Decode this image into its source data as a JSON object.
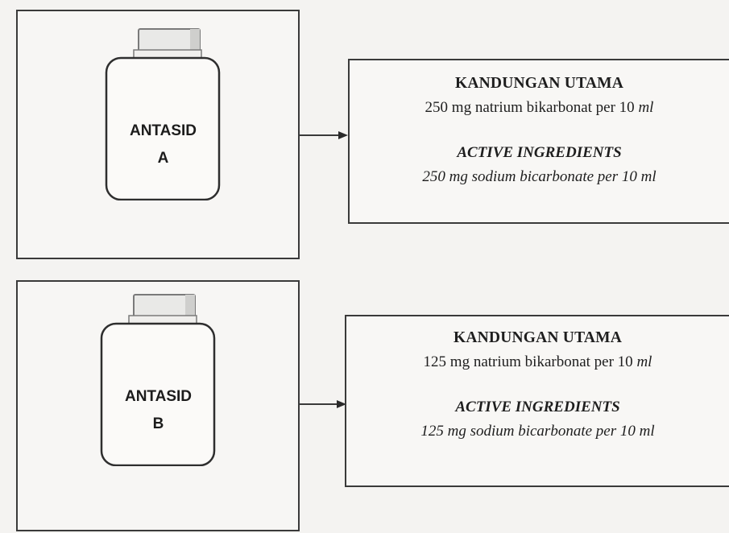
{
  "products": [
    {
      "bottle_line1": "ANTASID",
      "bottle_line2": "A",
      "heading_ms": "KANDUNGAN UTAMA",
      "content_ms_main": "250 mg natrium bikarbonat per 10 ",
      "content_ms_unit": "ml",
      "heading_en": "ACTIVE INGREDIENTS",
      "content_en": "250 mg sodium bicarbonate per 10 ml"
    },
    {
      "bottle_line1": "ANTASID",
      "bottle_line2": "B",
      "heading_ms": "KANDUNGAN UTAMA",
      "content_ms_main": "125 mg natrium bikarbonat per 10 ",
      "content_ms_unit": "ml",
      "heading_en": "ACTIVE INGREDIENTS",
      "content_en": "125 mg sodium bicarbonate per 10 ml"
    }
  ],
  "colors": {
    "line": "#3a3a3a",
    "bottle_fill": "#fbfaf8",
    "cap_fill": "#e9e9e7"
  }
}
